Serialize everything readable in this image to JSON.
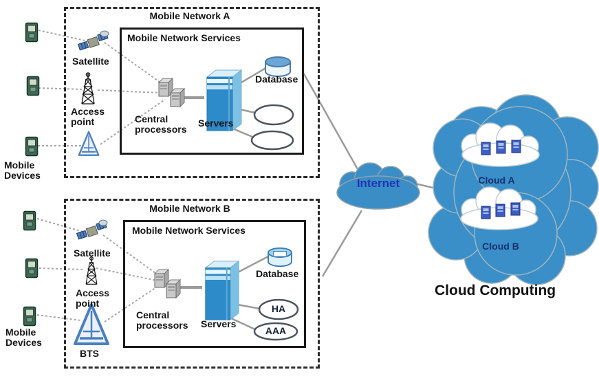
{
  "network_a": {
    "title": "Mobile Network A",
    "services_title": "Mobile Network Services",
    "satellite_label": "Satellite",
    "access_point_label": "Access point",
    "mobile_devices_label": "Mobile Devices",
    "central_processors_label": "Central processors",
    "servers_label": "Servers",
    "database_label": "Database"
  },
  "network_b": {
    "title": "Mobile Network B",
    "services_title": "Mobile Network Services",
    "satellite_label": "Satellite",
    "access_point_label": "Access point",
    "bts_label": "BTS",
    "mobile_devices_label": "Mobile Devices",
    "central_processors_label": "Central processors",
    "servers_label": "Servers",
    "database_label": "Database",
    "ha_label": "HA",
    "aaa_label": "AAA"
  },
  "internet": {
    "label": "Internet"
  },
  "cloud_computing": {
    "cloud_a_label": "Cloud A",
    "cloud_b_label": "Cloud B",
    "caption": "Cloud Computing"
  },
  "colors": {
    "big_cloud_fill": "#3a8fc9",
    "internet_cloud_fill": "#3b8dc6",
    "internet_text": "#1f35b5",
    "cloud_label_text": "#16306e",
    "server_tower_blue": "#2e8bc9",
    "mini_server_blue": "#3b5fc4",
    "bts_triangle_blue": "#4a7fc0",
    "connection_line_gray": "#9a9a9a"
  }
}
